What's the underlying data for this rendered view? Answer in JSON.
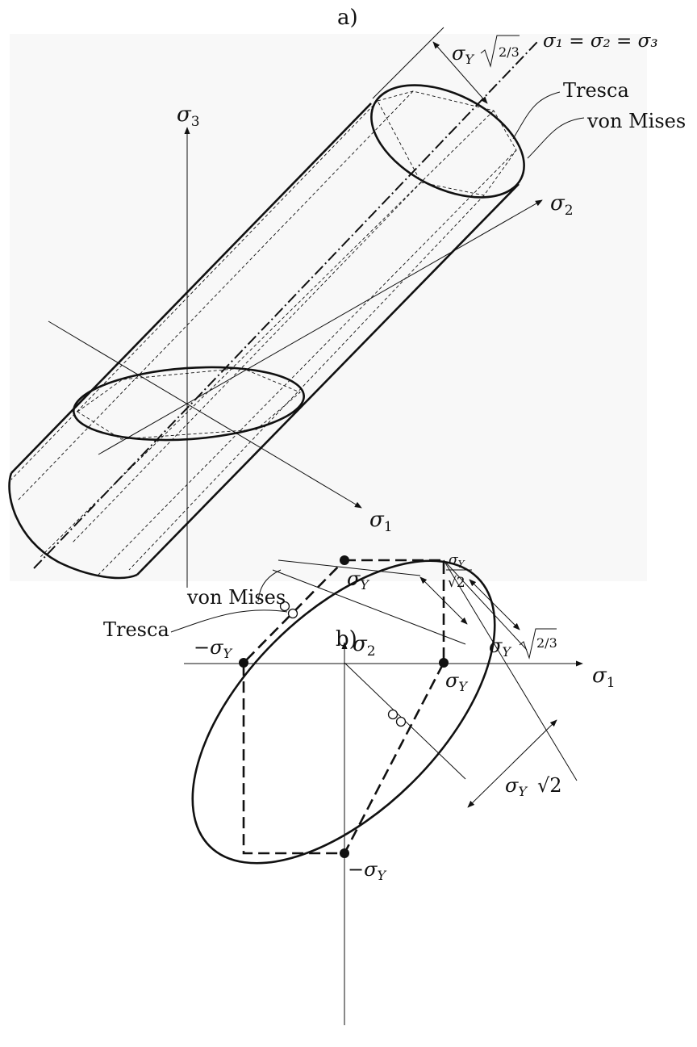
{
  "panel_a": {
    "label": "a)",
    "axis_s1": "σ",
    "axis_s1_sub": "1",
    "axis_s2": "σ",
    "axis_s2_sub": "2",
    "axis_s3": "σ",
    "axis_s3_sub": "3",
    "hydrostatic_line": "σ₁ = σ₂ = σ₃",
    "radius_label": "σ",
    "radius_label_sub": "Y",
    "radius_factor": "2/3",
    "tresca_label": "Tresca",
    "von_mises_label": "von Mises"
  },
  "panel_b": {
    "label": "b)",
    "axis_s1": "σ",
    "axis_s1_sub": "1",
    "axis_s2": "σ",
    "axis_s2_sub": "2",
    "sy_pos": "σ",
    "sy_sub": "Y",
    "sy_neg": "−σ",
    "dist_outer": "σ",
    "dist_outer_sub": "Y",
    "dist_outer_factor": "2/3",
    "dist_inner_num": "σ",
    "dist_inner_num_sub": "Y",
    "dist_inner_den": "√2",
    "dist_bottom": "σ",
    "dist_bottom_sub": "Y",
    "dist_bottom_factor": "√2",
    "von_mises_label": "von Mises",
    "tresca_label": "Tresca"
  }
}
